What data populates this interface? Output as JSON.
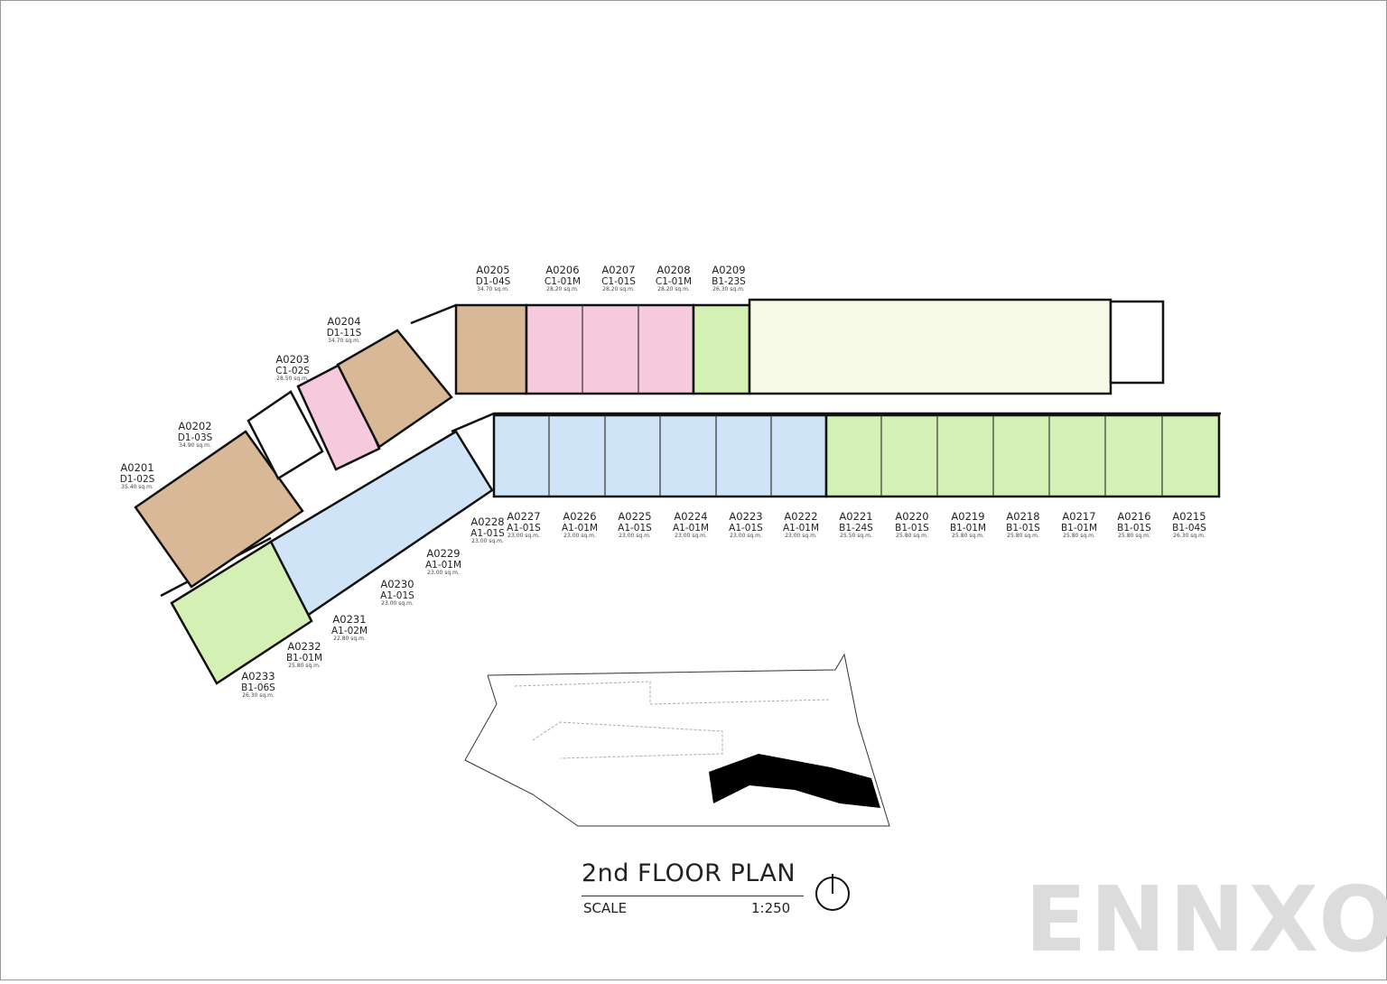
{
  "title": "2nd FLOOR PLAN",
  "scale_label": "SCALE",
  "scale_value": "1:250",
  "watermark": "ENNXO",
  "north_icon": "north-arrow-icon",
  "colors": {
    "D1": "#d8b896",
    "C1": "#f6c9dd",
    "B1": "#d5f0b4",
    "A1": "#cfe4f6",
    "amenity": "#f6f8e8",
    "footprint": "#000000"
  },
  "units": [
    {
      "id": "A0201",
      "type": "D1-02S",
      "area": "35.40 sq.m."
    },
    {
      "id": "A0202",
      "type": "D1-03S",
      "area": "34.90 sq.m."
    },
    {
      "id": "A0203",
      "type": "C1-02S",
      "area": "28.50 sq.m."
    },
    {
      "id": "A0204",
      "type": "D1-11S",
      "area": "34.70 sq.m."
    },
    {
      "id": "A0205",
      "type": "D1-04S",
      "area": "34.70 sq.m."
    },
    {
      "id": "A0206",
      "type": "C1-01M",
      "area": "28.20 sq.m."
    },
    {
      "id": "A0207",
      "type": "C1-01S",
      "area": "28.20 sq.m."
    },
    {
      "id": "A0208",
      "type": "C1-01M",
      "area": "28.20 sq.m."
    },
    {
      "id": "A0209",
      "type": "B1-23S",
      "area": "26.30 sq.m."
    },
    {
      "id": "A0215",
      "type": "B1-04S",
      "area": "26.30 sq.m."
    },
    {
      "id": "A0216",
      "type": "B1-01S",
      "area": "25.80 sq.m."
    },
    {
      "id": "A0217",
      "type": "B1-01M",
      "area": "25.80 sq.m."
    },
    {
      "id": "A0218",
      "type": "B1-01S",
      "area": "25.80 sq.m."
    },
    {
      "id": "A0219",
      "type": "B1-01M",
      "area": "25.80 sq.m."
    },
    {
      "id": "A0220",
      "type": "B1-01S",
      "area": "25.80 sq.m."
    },
    {
      "id": "A0221",
      "type": "B1-24S",
      "area": "25.50 sq.m."
    },
    {
      "id": "A0222",
      "type": "A1-01M",
      "area": "23.00 sq.m."
    },
    {
      "id": "A0223",
      "type": "A1-01S",
      "area": "23.00 sq.m."
    },
    {
      "id": "A0224",
      "type": "A1-01M",
      "area": "23.00 sq.m."
    },
    {
      "id": "A0225",
      "type": "A1-01S",
      "area": "23.00 sq.m."
    },
    {
      "id": "A0226",
      "type": "A1-01M",
      "area": "23.00 sq.m."
    },
    {
      "id": "A0227",
      "type": "A1-01S",
      "area": "23.00 sq.m."
    },
    {
      "id": "A0228",
      "type": "A1-01S",
      "area": "23.00 sq.m."
    },
    {
      "id": "A0229",
      "type": "A1-01M",
      "area": "23.00 sq.m."
    },
    {
      "id": "A0230",
      "type": "A1-01S",
      "area": "23.00 sq.m."
    },
    {
      "id": "A0231",
      "type": "A1-02M",
      "area": "22.80 sq.m."
    },
    {
      "id": "A0232",
      "type": "B1-01M",
      "area": "25.80 sq.m."
    },
    {
      "id": "A0233",
      "type": "B1-06S",
      "area": "26.30 sq.m."
    }
  ]
}
